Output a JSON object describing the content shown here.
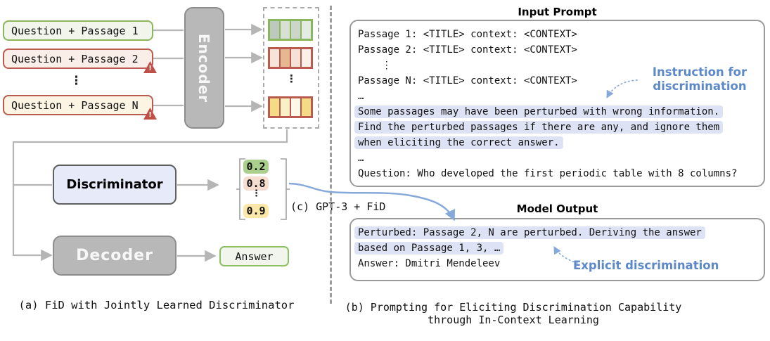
{
  "colors": {
    "green_border": "#8ab65e",
    "green_bg": "#f1f5ec",
    "red_border": "#bb5a4e",
    "pink_bg": "#faeee8",
    "cream_bg": "#fcf5e3",
    "gray_box": "#b8b8b8",
    "lavender_bg": "#e7ebf9",
    "highlight": "#dde3f4",
    "annotation_blue": "#5d89c8",
    "warning_red": "#bf4f47"
  },
  "panel_a": {
    "caption": "(a) FiD with Jointly Learned Discriminator",
    "vdots": "⋮",
    "warning_mark": "!",
    "encoder": "Encoder",
    "discriminator": "Discriminator",
    "decoder": "Decoder",
    "answer": "Answer",
    "inputs": [
      {
        "label": "Question + Passage 1",
        "border": "#8ab65e",
        "bg": "#f1f5ec"
      },
      {
        "label": "Question + Passage 2",
        "border": "#bb5a4e",
        "bg": "#faeee8"
      },
      {
        "label": "Question + Passage N",
        "border": "#bb5a4e",
        "bg": "#fcf5e3"
      }
    ],
    "embeddings": [
      {
        "border": "#8ab65e",
        "cells": [
          "#bdc9bc",
          "#d8e0d4",
          "#cbd6c8",
          "#e5eae2"
        ]
      },
      {
        "border": "#bb5a4e",
        "cells": [
          "#f6e3da",
          "#e5b892",
          "#f5e1d6",
          "#faefe9"
        ]
      },
      {
        "border": "#bb5a4e",
        "cells": [
          "#f4dc87",
          "#faf0c6",
          "#fdf8e7",
          "#f4dc87"
        ]
      }
    ],
    "scores": [
      {
        "value": "0.2",
        "bg": "#abd08d"
      },
      {
        "value": "0.8",
        "bg": "#f7ddd0"
      },
      {
        "value": "0.9",
        "bg": "#fbe8a9"
      }
    ]
  },
  "panel_c": {
    "label": "(c) GPT-3 + FiD"
  },
  "panel_b": {
    "caption_line1": "(b) Prompting for Eliciting Discrimination Capability",
    "caption_line2": "through In-Context Learning",
    "input_prompt": {
      "title": "Input Prompt",
      "lines": [
        "Passage 1: <TITLE> context: <CONTEXT>",
        "Passage 2: <TITLE> context: <CONTEXT>",
        "    ⋮",
        "Passage N: <TITLE> context: <CONTEXT>",
        "…",
        "Some passages may have been perturbed with wrong information.",
        "Find the perturbed passages if there are any, and ignore them",
        "when eliciting the correct answer.",
        "…",
        "Question: Who developed the first periodic table with 8 columns?"
      ]
    },
    "model_output": {
      "title": "Model Output",
      "lines": [
        "Perturbed: Passage 2, N are perturbed. Deriving the answer",
        "based on Passage 1, 3, …",
        "Answer: Dmitri Mendeleev"
      ]
    },
    "instruction_annotation": "Instruction for\ndiscrimination",
    "explicit_annotation": "Explicit discrimination"
  }
}
